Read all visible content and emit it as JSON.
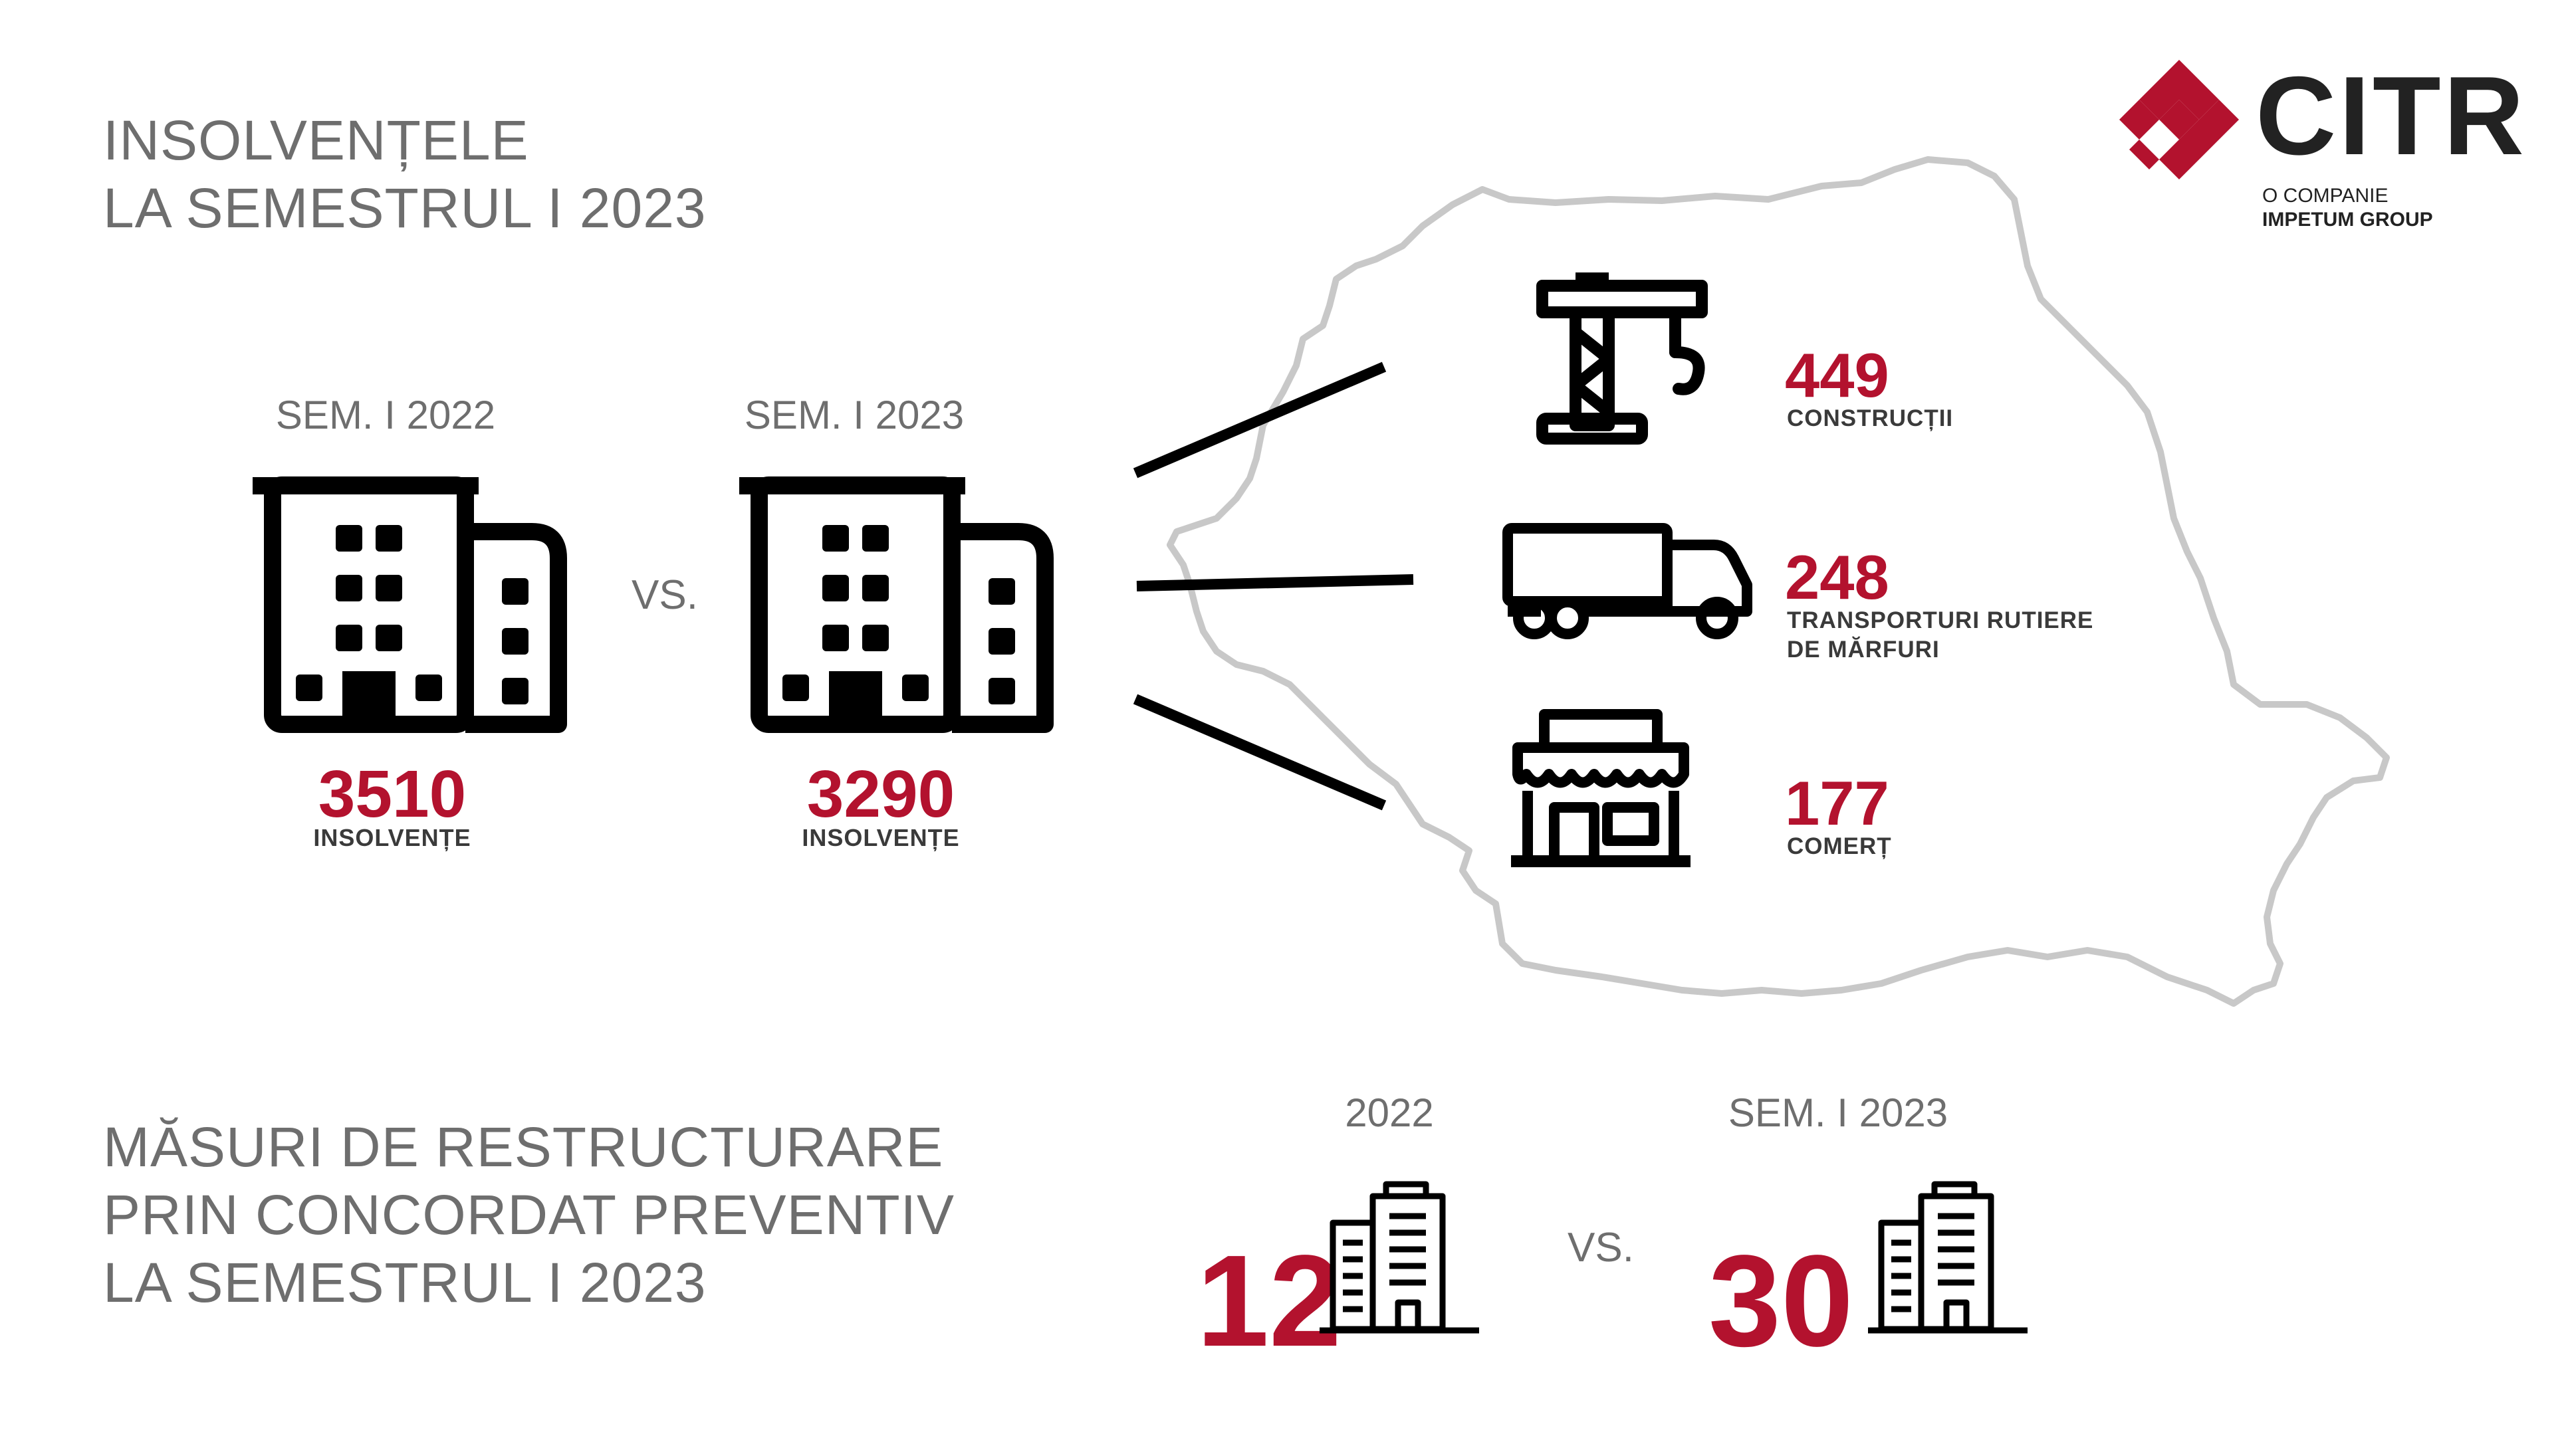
{
  "logo": {
    "name": "CITR",
    "line1": "O COMPANIE",
    "line2": "IMPETUM GROUP"
  },
  "insolvency": {
    "title_line1": "INSOLVENȚELE",
    "title_line2": "LA SEMESTRUL I 2023",
    "period_a": {
      "label": "SEM. I 2022",
      "value": "3510",
      "caption": "INSOLVENȚE"
    },
    "vs": "VS.",
    "period_b": {
      "label": "SEM. I 2023",
      "value": "3290",
      "caption": "INSOLVENȚE"
    }
  },
  "sectors": [
    {
      "icon": "crane-icon",
      "value": "449",
      "label_line1": "CONSTRUCȚII",
      "label_line2": ""
    },
    {
      "icon": "truck-icon",
      "value": "248",
      "label_line1": "TRANSPORTURI RUTIERE",
      "label_line2": "DE MĂRFURI"
    },
    {
      "icon": "shop-icon",
      "value": "177",
      "label_line1": "COMERȚ",
      "label_line2": ""
    }
  ],
  "restructuring": {
    "title_line1": "MĂSURI DE RESTRUCTURARE",
    "title_line2": "PRIN CONCORDAT PREVENTIV",
    "title_line3": "LA SEMESTRUL I 2023",
    "period_a": {
      "label": "2022",
      "value": "12"
    },
    "vs": "VS.",
    "period_b": {
      "label": "SEM. I 2023",
      "value": "30"
    }
  },
  "colors": {
    "accent": "#b3122e",
    "text_gray": "#6e6e6e",
    "map_outline": "#c8c8c8"
  }
}
